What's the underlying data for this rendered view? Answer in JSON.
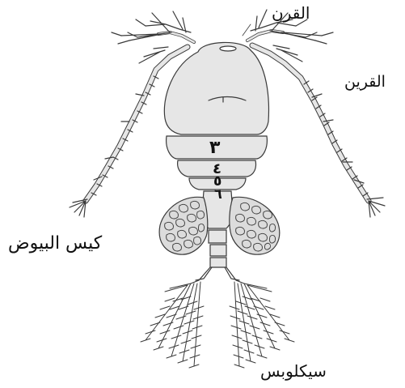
{
  "labels": {
    "antenna": "القرن",
    "antennule": "القرين",
    "egg_sac": "كيس البيوض",
    "cyclops": "سيكلوبس"
  },
  "segments": {
    "s3": "٣",
    "s4": "٤",
    "s5": "٥",
    "s6": "٦"
  },
  "colors": {
    "outline": "#3a3a3a",
    "fill": "#e6e6e6",
    "egg_fill": "#dcdcdc"
  }
}
